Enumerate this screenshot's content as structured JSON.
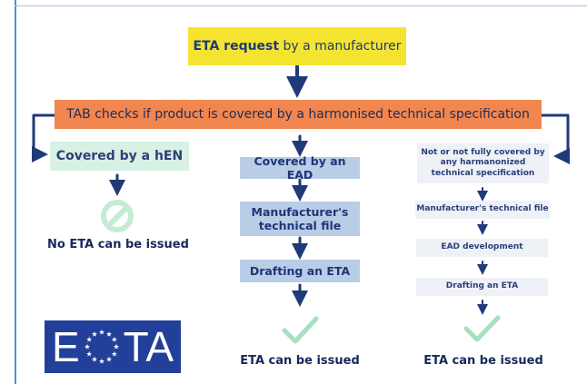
{
  "top_box": {
    "bold": "ETA request",
    "rest": " by a manufacturer"
  },
  "tab_check": "TAB checks if product is covered by a harmonised technical specification",
  "left_column": {
    "box": "Covered by a hEN",
    "result": "No ETA can be issued",
    "icon": "prohibited-icon"
  },
  "middle_column": {
    "steps": [
      "Covered by an EAD",
      "Manufacturer's technical file",
      "Drafting an ETA"
    ],
    "result": "ETA can be issued",
    "icon": "checkmark-icon"
  },
  "right_column": {
    "box": "Not or not fully covered by any harmanonized technical specification",
    "steps": [
      "Manufacturer's technical file",
      "EAD development",
      "Drafting an ETA"
    ],
    "result": "ETA can be issued",
    "icon": "checkmark-icon"
  },
  "logo": {
    "letters": [
      "E",
      "TA"
    ],
    "alt_text": "EOTA"
  },
  "colors": {
    "yellow": "#f4e430",
    "orange": "#f2864f",
    "green_box": "#d8f1e4",
    "blue_box": "#b9cde7",
    "grey_box": "#eef1f6",
    "arrow": "#1f3a78",
    "logo_bg": "#22409a",
    "check": "#a6e0bf",
    "prohibit": "#c4ebd3"
  }
}
